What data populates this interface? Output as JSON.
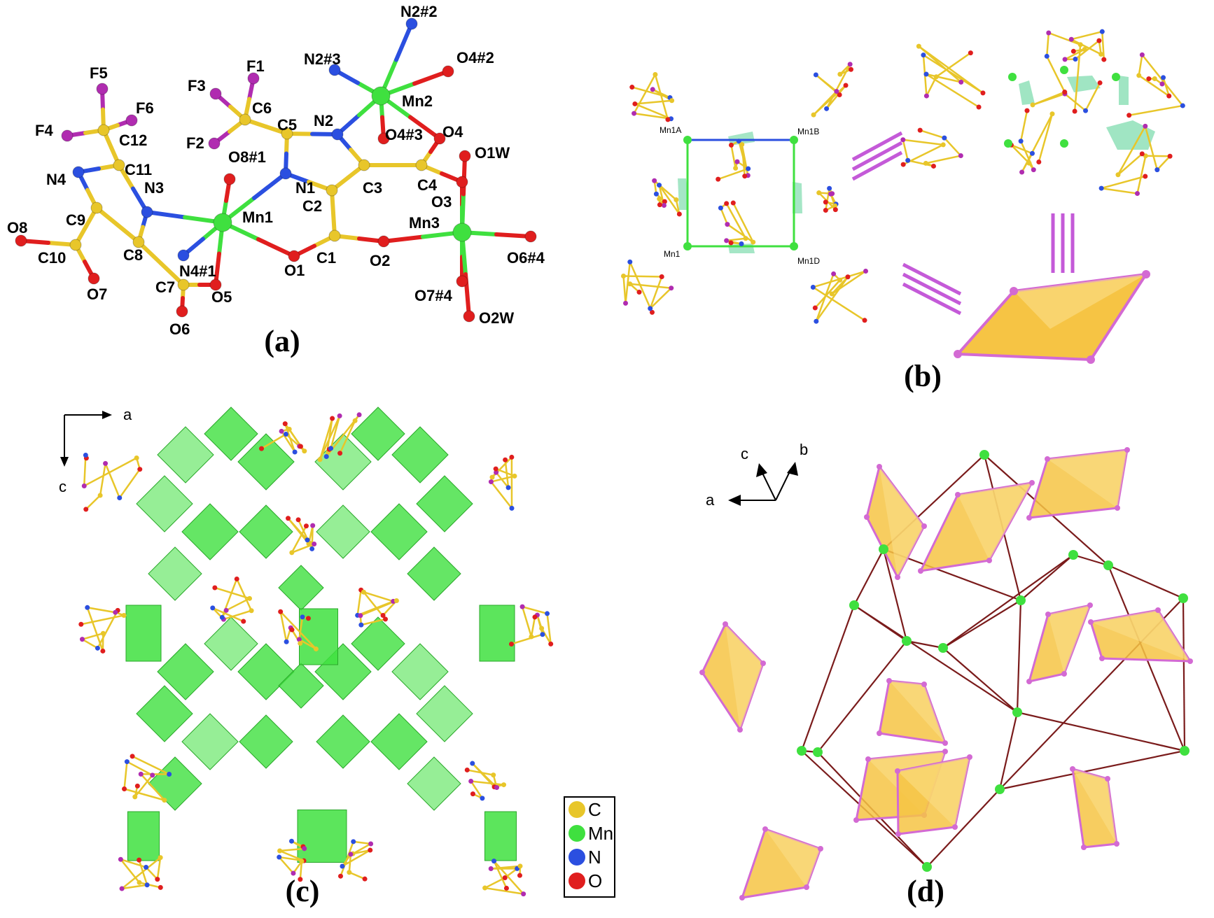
{
  "panels": {
    "a": {
      "label": "(a)"
    },
    "b": {
      "label": "(b)"
    },
    "c": {
      "label": "(c)"
    },
    "d": {
      "label": "(d)"
    }
  },
  "colors": {
    "carbon": "#e8c62a",
    "manganese": "#3fe03f",
    "nitrogen": "#2b4fe0",
    "oxygen": "#e01e1e",
    "fluorine": "#b02cb0",
    "polyhedron_green": "#3fe03f",
    "parallelogram_fill": "#f6c444",
    "parallelogram_edge": "#d36ad3",
    "net_link": "#7a1b1b"
  },
  "panel_a": {
    "atoms": [
      {
        "id": "F5",
        "label": "F5",
        "el": "F"
      },
      {
        "id": "F6",
        "label": "F6",
        "el": "F"
      },
      {
        "id": "F4",
        "label": "F4",
        "el": "F"
      },
      {
        "id": "C12",
        "label": "C12",
        "el": "C"
      },
      {
        "id": "C11",
        "label": "C11",
        "el": "C"
      },
      {
        "id": "N4",
        "label": "N4",
        "el": "N"
      },
      {
        "id": "N3",
        "label": "N3",
        "el": "N"
      },
      {
        "id": "C9",
        "label": "C9",
        "el": "C"
      },
      {
        "id": "C8",
        "label": "C8",
        "el": "C"
      },
      {
        "id": "O8",
        "label": "O8",
        "el": "O"
      },
      {
        "id": "C10",
        "label": "C10",
        "el": "C"
      },
      {
        "id": "O7",
        "label": "O7",
        "el": "O"
      },
      {
        "id": "C7",
        "label": "C7",
        "el": "C"
      },
      {
        "id": "O6",
        "label": "O6",
        "el": "O"
      },
      {
        "id": "O5",
        "label": "O5",
        "el": "O"
      },
      {
        "id": "N4#1",
        "label": "N4#1",
        "el": "N"
      },
      {
        "id": "Mn1",
        "label": "Mn1",
        "el": "Mn"
      },
      {
        "id": "O8#1",
        "label": "O8#1",
        "el": "O"
      },
      {
        "id": "F3",
        "label": "F3",
        "el": "F"
      },
      {
        "id": "F1",
        "label": "F1",
        "el": "F"
      },
      {
        "id": "F2",
        "label": "F2",
        "el": "F"
      },
      {
        "id": "C6",
        "label": "C6",
        "el": "C"
      },
      {
        "id": "C5",
        "label": "C5",
        "el": "C"
      },
      {
        "id": "N1",
        "label": "N1",
        "el": "N"
      },
      {
        "id": "N2",
        "label": "N2",
        "el": "N"
      },
      {
        "id": "C2",
        "label": "C2",
        "el": "C"
      },
      {
        "id": "C3",
        "label": "C3",
        "el": "C"
      },
      {
        "id": "C1",
        "label": "C1",
        "el": "C"
      },
      {
        "id": "O1",
        "label": "O1",
        "el": "O"
      },
      {
        "id": "O2",
        "label": "O2",
        "el": "O"
      },
      {
        "id": "C4",
        "label": "C4",
        "el": "C"
      },
      {
        "id": "O3",
        "label": "O3",
        "el": "O"
      },
      {
        "id": "O4",
        "label": "O4",
        "el": "O"
      },
      {
        "id": "O4#3",
        "label": "O4#3",
        "el": "O"
      },
      {
        "id": "Mn2",
        "label": "Mn2",
        "el": "Mn"
      },
      {
        "id": "N2#2",
        "label": "N2#2",
        "el": "N"
      },
      {
        "id": "N2#3",
        "label": "N2#3",
        "el": "N"
      },
      {
        "id": "O4#2",
        "label": "O4#2",
        "el": "O"
      },
      {
        "id": "Mn3",
        "label": "Mn3",
        "el": "Mn"
      },
      {
        "id": "O1W",
        "label": "O1W",
        "el": "O"
      },
      {
        "id": "O6#4",
        "label": "O6#4",
        "el": "O"
      },
      {
        "id": "O7#4",
        "label": "O7#4",
        "el": "O"
      },
      {
        "id": "O2W",
        "label": "O2W",
        "el": "O"
      }
    ],
    "bonds": [
      [
        "F5",
        "C12"
      ],
      [
        "F6",
        "C12"
      ],
      [
        "F4",
        "C12"
      ],
      [
        "C12",
        "C11"
      ],
      [
        "C11",
        "N4"
      ],
      [
        "C11",
        "N3"
      ],
      [
        "N4",
        "C9"
      ],
      [
        "N3",
        "C8"
      ],
      [
        "C9",
        "C8"
      ],
      [
        "C9",
        "C10"
      ],
      [
        "C10",
        "O8"
      ],
      [
        "C10",
        "O7"
      ],
      [
        "C8",
        "C7"
      ],
      [
        "C7",
        "O6"
      ],
      [
        "C7",
        "O5"
      ],
      [
        "N3",
        "Mn1"
      ],
      [
        "Mn1",
        "O8#1"
      ],
      [
        "Mn1",
        "N4#1"
      ],
      [
        "Mn1",
        "O5"
      ],
      [
        "Mn1",
        "N1"
      ],
      [
        "Mn1",
        "O1"
      ],
      [
        "F3",
        "C6"
      ],
      [
        "F1",
        "C6"
      ],
      [
        "F2",
        "C6"
      ],
      [
        "C6",
        "C5"
      ],
      [
        "C5",
        "N1"
      ],
      [
        "C5",
        "N2"
      ],
      [
        "N1",
        "C2"
      ],
      [
        "N2",
        "C3"
      ],
      [
        "C2",
        "C3"
      ],
      [
        "C2",
        "C1"
      ],
      [
        "C1",
        "O1"
      ],
      [
        "C1",
        "O2"
      ],
      [
        "C3",
        "C4"
      ],
      [
        "C4",
        "O3"
      ],
      [
        "C4",
        "O4"
      ],
      [
        "N2",
        "Mn2"
      ],
      [
        "Mn2",
        "N2#2"
      ],
      [
        "Mn2",
        "N2#3"
      ],
      [
        "Mn2",
        "O4#2"
      ],
      [
        "Mn2",
        "O4#3"
      ],
      [
        "Mn2",
        "O4"
      ],
      [
        "O2",
        "Mn3"
      ],
      [
        "O3",
        "Mn3"
      ],
      [
        "Mn3",
        "O1W"
      ],
      [
        "Mn3",
        "O6#4"
      ],
      [
        "Mn3",
        "O7#4"
      ],
      [
        "Mn3",
        "O2W"
      ]
    ]
  },
  "panel_b": {
    "mn_labels": [
      "Mn1A",
      "Mn1B",
      "Mn1",
      "Mn1D"
    ]
  },
  "panel_c": {
    "axes": {
      "a": "a",
      "c": "c"
    },
    "legend": [
      {
        "label": "C",
        "color_key": "carbon"
      },
      {
        "label": "Mn",
        "color_key": "manganese"
      },
      {
        "label": "N",
        "color_key": "nitrogen"
      },
      {
        "label": "O",
        "color_key": "oxygen"
      }
    ]
  },
  "panel_d": {
    "axes": {
      "a": "a",
      "b": "b",
      "c": "c"
    }
  }
}
